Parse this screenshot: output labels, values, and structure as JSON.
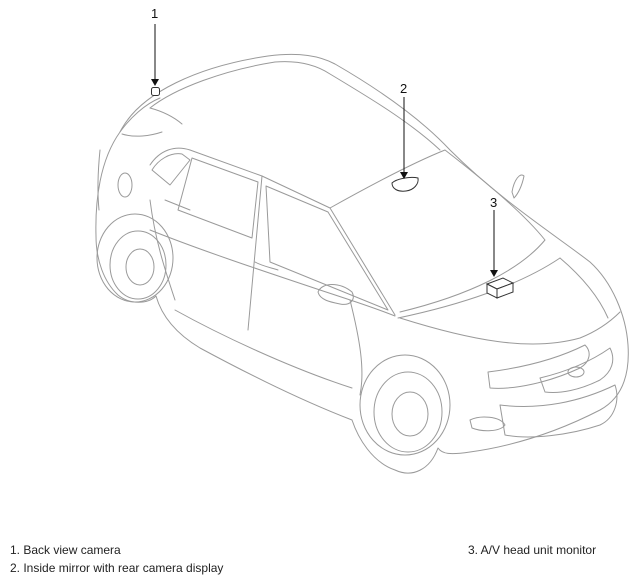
{
  "callouts": {
    "c1": "1",
    "c2": "2",
    "c3": "3"
  },
  "legend": {
    "item1": "1. Back view camera",
    "item2": "2. Inside mirror with rear camera display",
    "item3": "3. A/V head unit monitor"
  },
  "colors": {
    "car_line": "#9a9a9a",
    "leader": "#111111"
  }
}
